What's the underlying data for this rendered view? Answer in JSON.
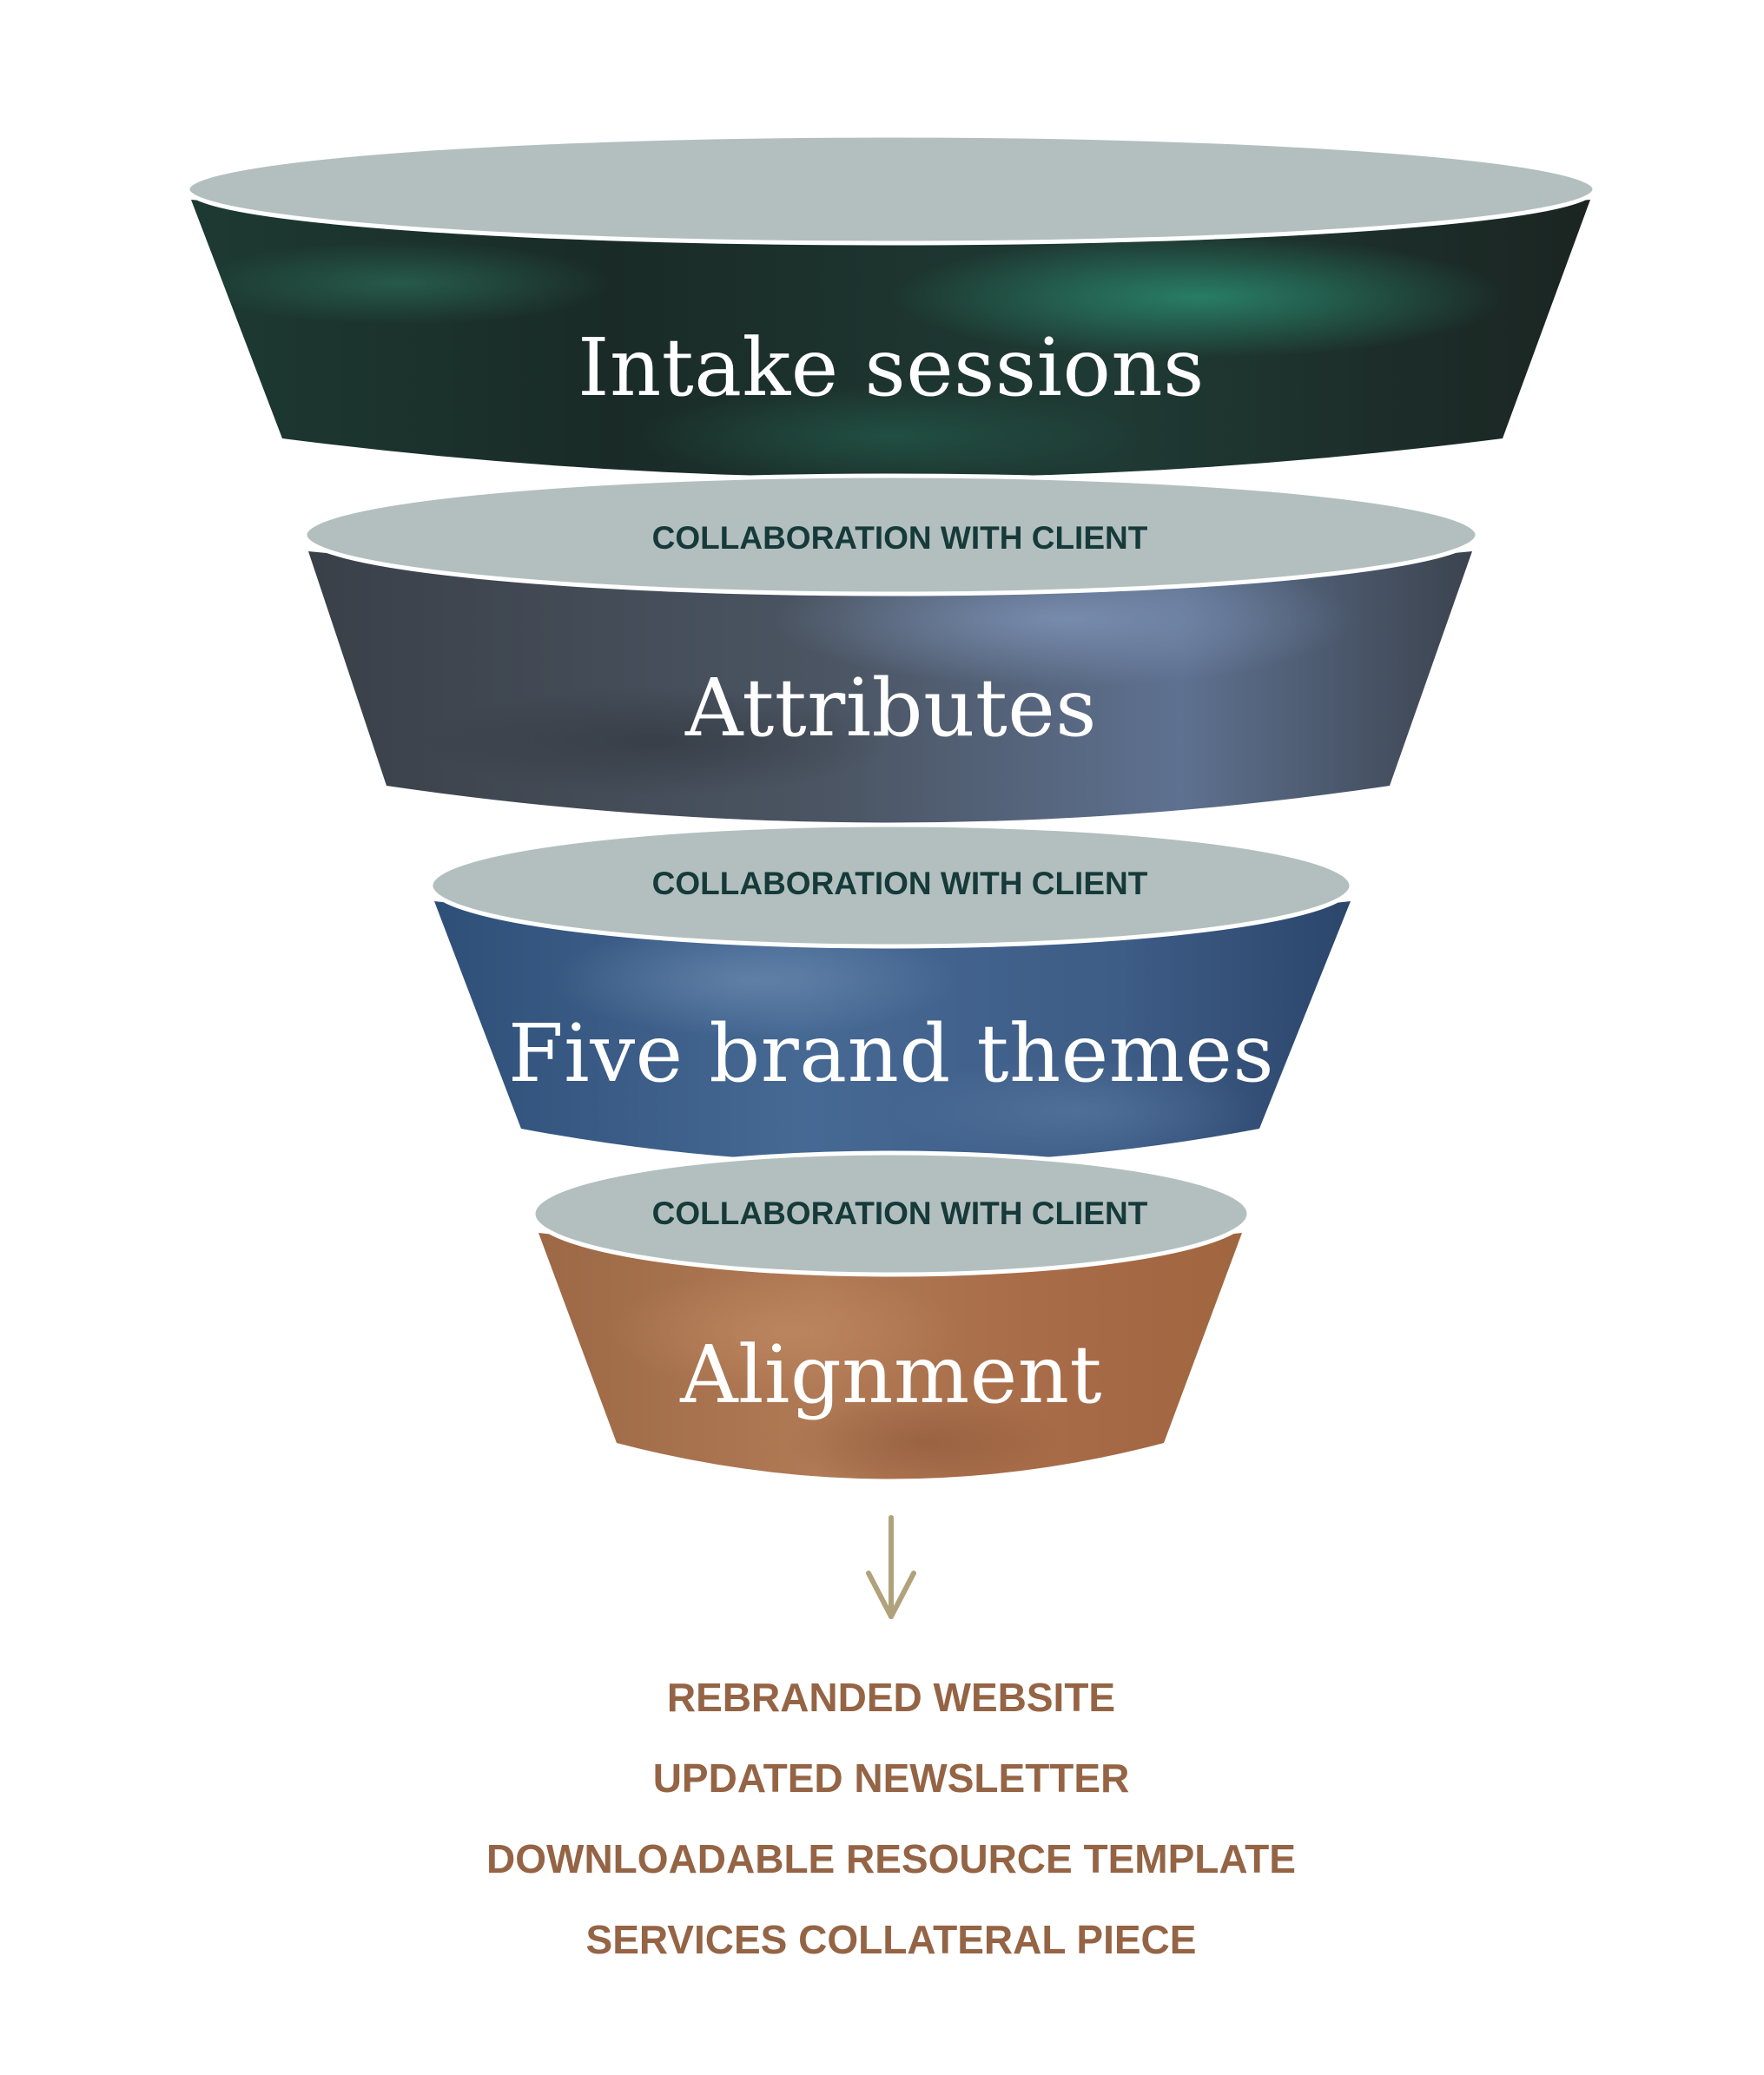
{
  "funnel": {
    "stages": [
      {
        "label": "Intake sessions",
        "color": "#1f3a33"
      },
      {
        "label": "Attributes",
        "color": "#4a5766"
      },
      {
        "label": "Five brand themes",
        "color": "#3f5f86"
      },
      {
        "label": "Alignment",
        "color": "#a8704a"
      }
    ],
    "collaboration_labels": [
      "COLLABORATION WITH CLIENT",
      "COLLABORATION WITH CLIENT",
      "COLLABORATION WITH CLIENT"
    ],
    "rim_color": "#b3bfbf",
    "collaboration_text_color": "#163a3a"
  },
  "arrow": {
    "icon": "down-arrow-icon",
    "color": "#b0a37b"
  },
  "outputs": [
    "REBRANDED WEBSITE",
    "UPDATED NEWSLETTER",
    "DOWNLOADABLE RESOURCE TEMPLATE",
    "SERVICES COLLATERAL PIECE"
  ],
  "output_text_color": "#946445"
}
